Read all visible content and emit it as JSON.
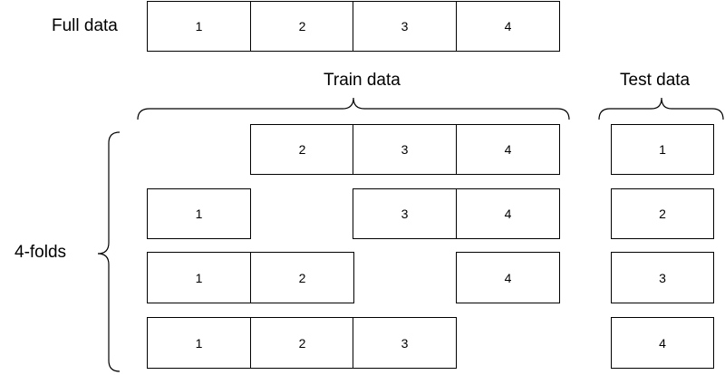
{
  "labels": {
    "full_data": "Full data",
    "train_data": "Train data",
    "test_data": "Test data",
    "folds": "4-folds"
  },
  "full_row": [
    "1",
    "2",
    "3",
    "4"
  ],
  "folds": [
    {
      "train": [
        "",
        "2",
        "3",
        "4"
      ],
      "test": "1"
    },
    {
      "train": [
        "1",
        "",
        "3",
        "4"
      ],
      "test": "2"
    },
    {
      "train": [
        "1",
        "2",
        "",
        "4"
      ],
      "test": "3"
    },
    {
      "train": [
        "1",
        "2",
        "3",
        ""
      ],
      "test": "4"
    }
  ]
}
